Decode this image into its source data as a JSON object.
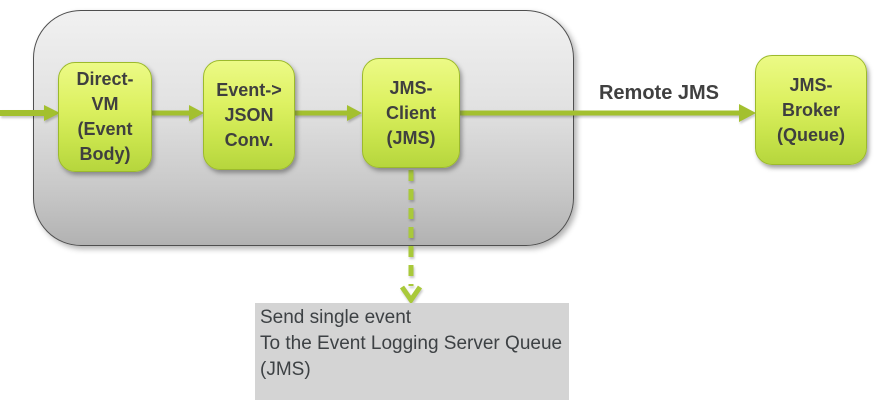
{
  "colors": {
    "accent_green": "#a3c02f",
    "node_fill_top": "#ecfa86",
    "node_fill_bottom": "#b6d63d",
    "node_border": "#9cba2c",
    "node_text": "#3f3f3f",
    "container_fill_top": "#f1f1f1",
    "container_fill_bottom": "#b2b2b2",
    "container_border": "#4f4f4f",
    "note_background": "#d4d4d4",
    "note_text": "#3d4144"
  },
  "diagram": {
    "nodes": [
      {
        "id": "direct-vm",
        "label": "Direct-\nVM\n(Event\nBody)"
      },
      {
        "id": "event-json-converter",
        "label": "Event->\nJSON\nConv."
      },
      {
        "id": "jms-client",
        "label": "JMS-\nClient\n(JMS)"
      },
      {
        "id": "jms-broker",
        "label": "JMS-\nBroker\n(Queue)"
      }
    ],
    "edge_label": "Remote JMS",
    "note": "Send single event\nTo the Event Logging Server Queue\n(JMS)"
  }
}
